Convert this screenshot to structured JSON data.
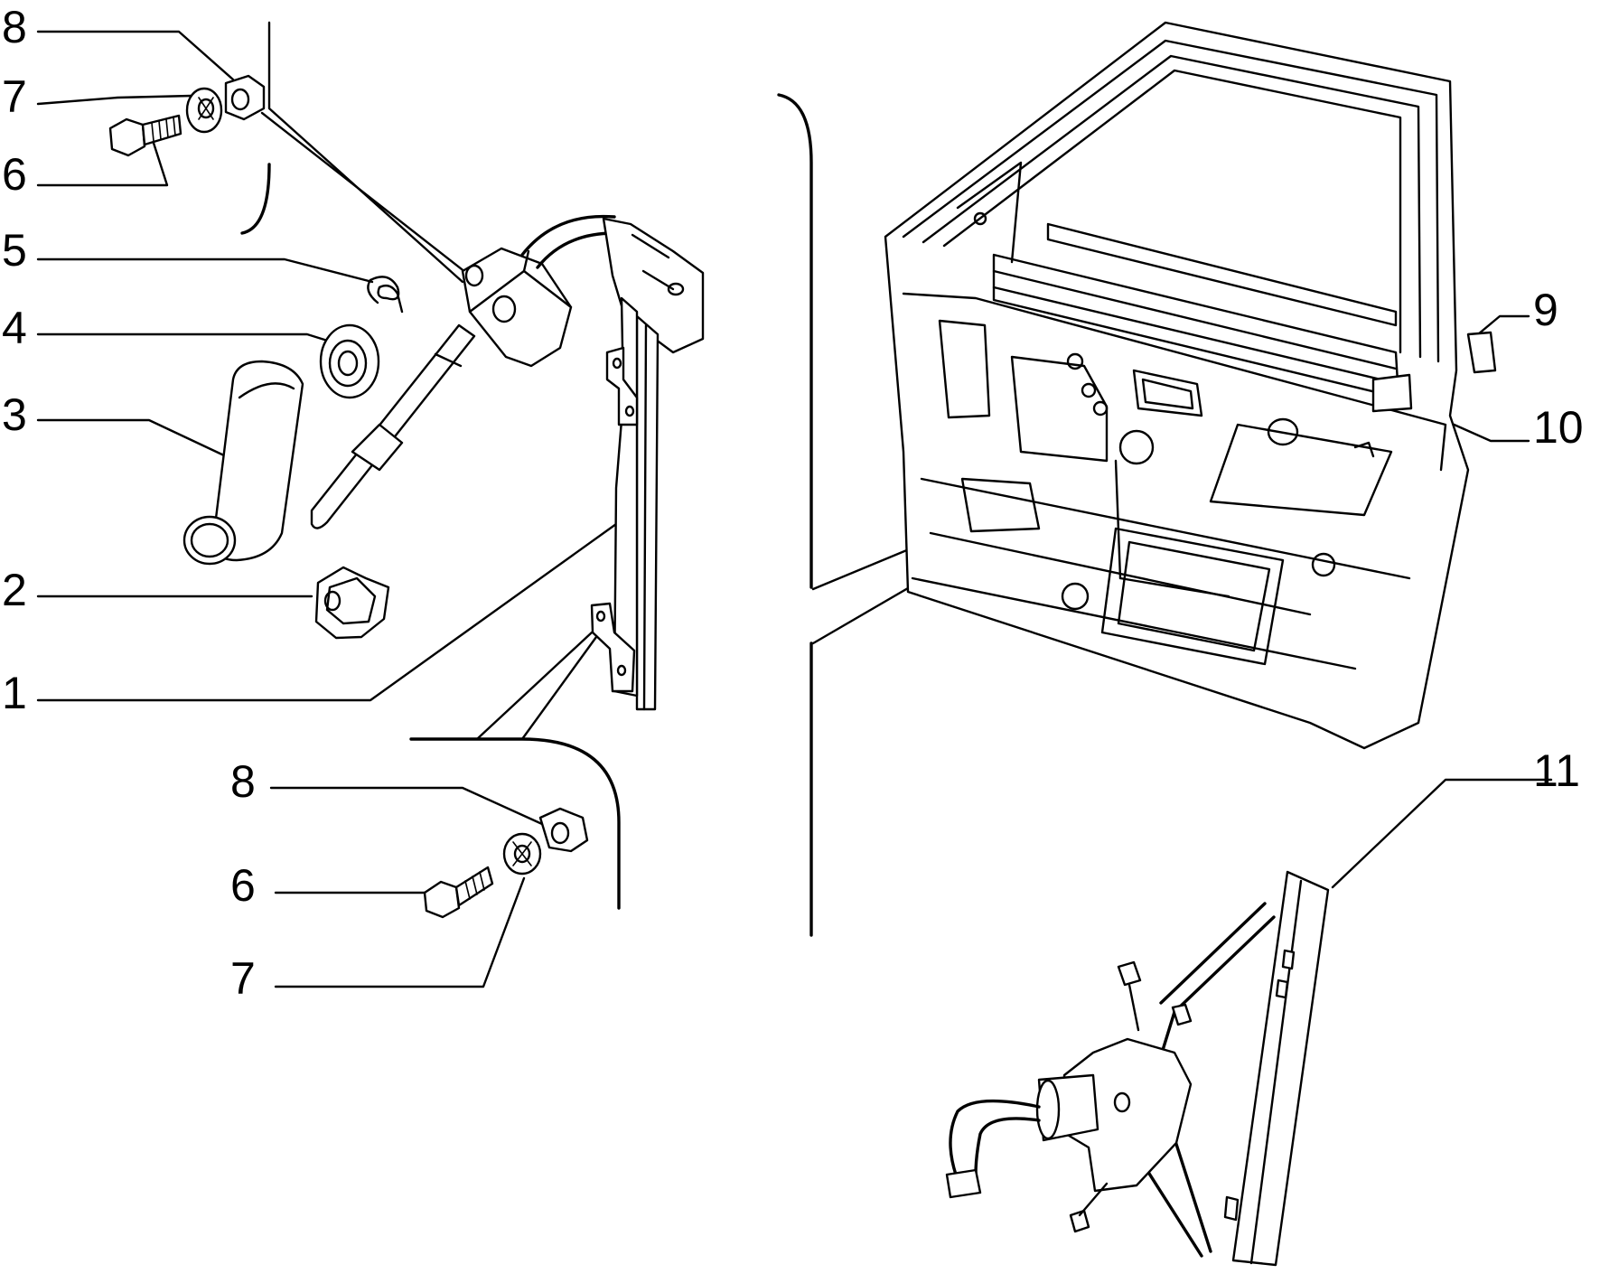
{
  "callouts": {
    "c8_top": "8",
    "c7_top": "7",
    "c6_top": "6",
    "c5": "5",
    "c4": "4",
    "c3": "3",
    "c2": "2",
    "c1": "1",
    "c8_bottom": "8",
    "c6_bottom": "6",
    "c7_bottom": "7",
    "c9": "9",
    "c10": "10",
    "c11": "11"
  },
  "colors": {
    "line": "#000000",
    "background": "#ffffff"
  }
}
